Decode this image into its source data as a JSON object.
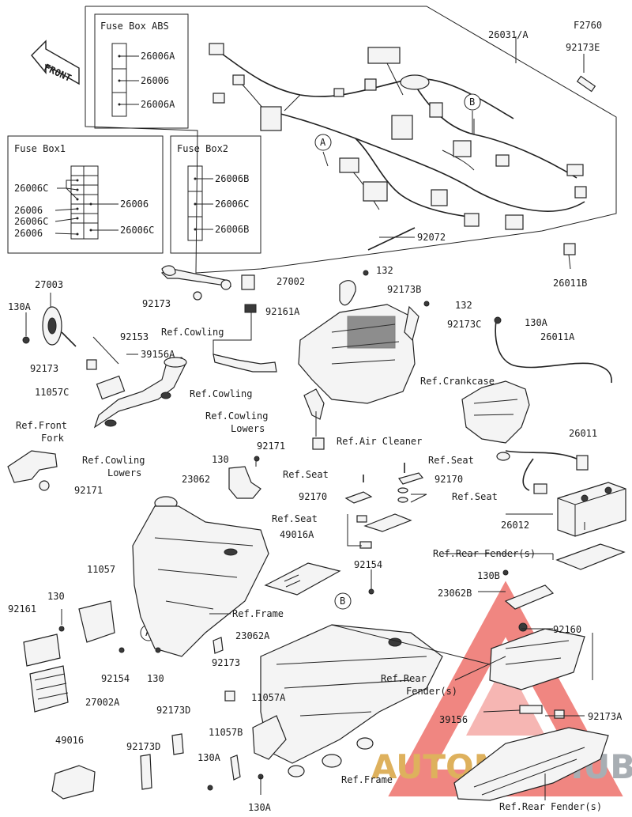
{
  "figure_code": "F2760",
  "front_label": "FRONT",
  "fuse_boxes": {
    "abs": {
      "title": "Fuse Box ABS",
      "labels": [
        "26006A",
        "26006",
        "26006A"
      ]
    },
    "box1": {
      "title": "Fuse Box1",
      "labels": [
        "26006C",
        "26006",
        "26006C",
        "26006",
        "26006C"
      ]
    },
    "box2": {
      "title": "Fuse Box2",
      "labels": [
        "26006B",
        "26006C",
        "26006B"
      ]
    }
  },
  "callouts": {
    "a": "A",
    "b": "B"
  },
  "part_labels": {
    "p26031A": "26031/A",
    "p92173E": "92173E",
    "p92072": "92072",
    "p26011B": "26011B",
    "p27003": "27003",
    "p130A_1": "130A",
    "p92173_1": "92173",
    "p11057C": "11057C",
    "p92153": "92153",
    "p39156A": "39156A",
    "p27002": "27002",
    "p92161A": "92161A",
    "p92173_2": "92173",
    "p132_1": "132",
    "p92173B": "92173B",
    "p132_2": "132",
    "p92173C": "92173C",
    "p130A_2": "130A",
    "p26011A": "26011A",
    "p92171_1": "92171",
    "p92171_2": "92171",
    "p130_1": "130",
    "p23062": "23062",
    "p92170_1": "92170",
    "p92170_2": "92170",
    "p26011": "26011",
    "p26012": "26012",
    "p49016A": "49016A",
    "p92154_1": "92154",
    "p11057": "11057",
    "p130_2": "130",
    "p92161": "92161",
    "p130B": "130B",
    "p23062B": "23062B",
    "p92160": "92160",
    "p23062A": "23062A",
    "p92154_2": "92154",
    "p130_3": "130",
    "p92173_3": "92173",
    "p27002A": "27002A",
    "p11057A": "11057A",
    "p39156": "39156",
    "p92173A": "92173A",
    "p92173D_1": "92173D",
    "p92173D_2": "92173D",
    "p11057B": "11057B",
    "p49016": "49016",
    "p130A_3": "130A",
    "p130A_4": "130A"
  },
  "ref_labels": {
    "cowling_1": "Ref.Cowling",
    "cowling_2": "Ref.Cowling",
    "cowling_lowers_1": "Ref.Cowling",
    "cowling_lowers_1b": "Lowers",
    "front_fork": "Ref.Front",
    "front_fork_b": "Fork",
    "cowling_lowers_2": "Ref.Cowling",
    "cowling_lowers_2b": "Lowers",
    "air_cleaner": "Ref.Air Cleaner",
    "crankcase": "Ref.Crankcase",
    "seat_1": "Ref.Seat",
    "seat_2": "Ref.Seat",
    "seat_3": "Ref.Seat",
    "seat_4": "Ref.Seat",
    "rear_fender_1": "Ref.Rear Fender(s)",
    "frame_1": "Ref.Frame",
    "rear_fender_2": "Ref.Rear",
    "rear_fender_2b": "Fender(s)",
    "frame_2": "Ref.Frame",
    "rear_fender_3": "Ref.Rear Fender(s)"
  },
  "watermark": {
    "text_left": "AUTOMO",
    "text_mid": "TO",
    "text_right": "HUB"
  },
  "colors": {
    "ink": "#222222",
    "watermark_red": "#e8423a",
    "watermark_gold": "#d9a441",
    "watermark_grey": "#9aa0a6"
  }
}
